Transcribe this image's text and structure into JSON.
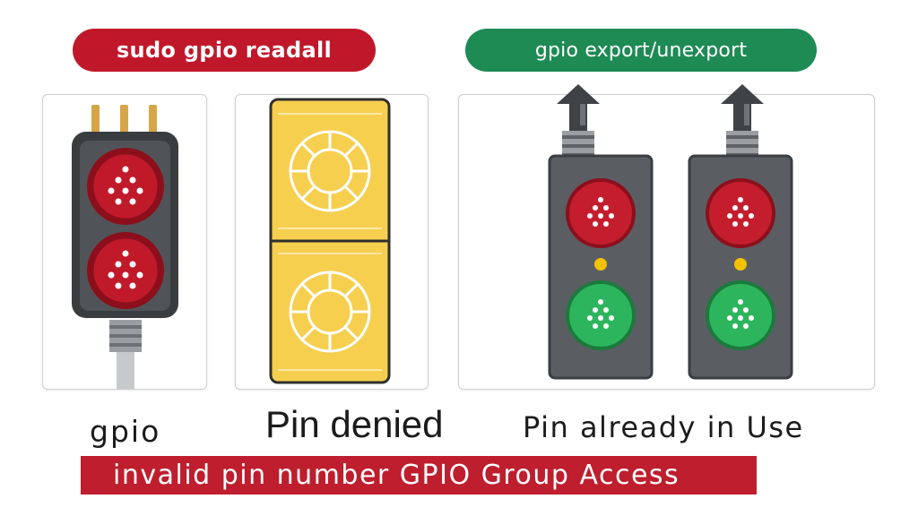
{
  "header": {
    "command_pill": "sudo gpio readall",
    "export_pill": "gpio export/unexport"
  },
  "captions": {
    "gpio": "gpio",
    "denied": "Pin denied",
    "in_use": "Pin already in Use"
  },
  "banner": {
    "text": "invalid pin number GPIO Group Access"
  },
  "colors": {
    "red_pill": "#c0182a",
    "green_pill": "#1e8a54",
    "banner": "#be1e2d",
    "light_red": "#c41e2e",
    "light_green": "#2db55d",
    "amber_block": "#f6cf4f",
    "housing": "#565a5e"
  },
  "icons": [
    "three-pin-connector-icon",
    "two-red-light-signal-icon",
    "yellow-block-wheel-icon",
    "upward-arrow-icon",
    "red-green-signal-icon"
  ]
}
